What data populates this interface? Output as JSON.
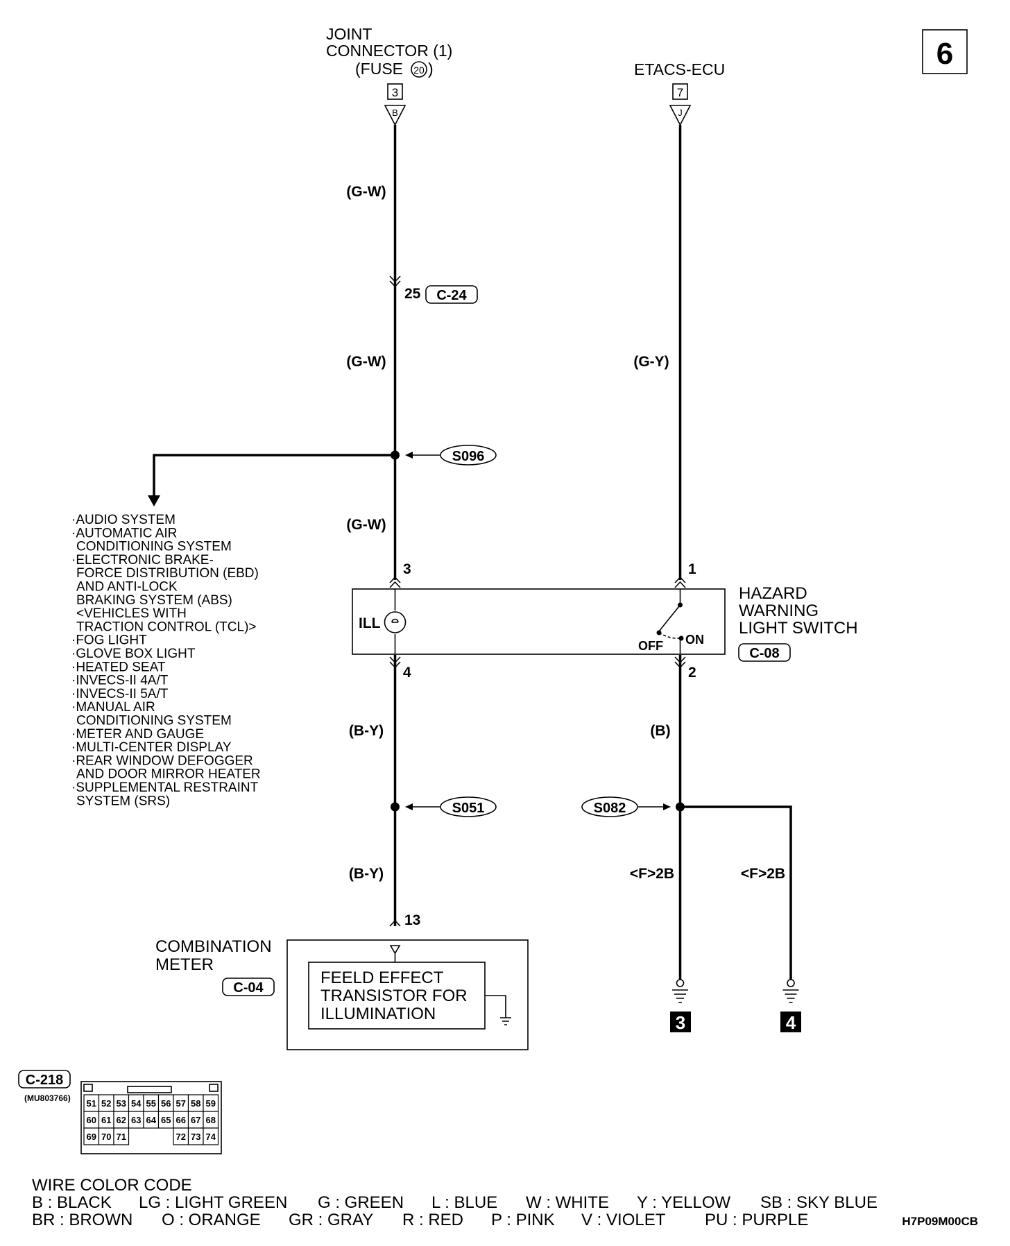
{
  "page_number": "6",
  "joint_connector": {
    "line1": "JOINT",
    "line2": "CONNECTOR (1)",
    "line3_prefix": "(FUSE",
    "fuse_no": "20",
    "line3_suffix": ")",
    "pin": "3",
    "letter": "B"
  },
  "etacs": {
    "label": "ETACS-ECU",
    "pin": "7",
    "letter": "J"
  },
  "wires": {
    "gw1": "(G-W)",
    "gw2": "(G-W)",
    "gw3": "(G-W)",
    "gy": "(G-Y)",
    "by1": "(B-Y)",
    "by2": "(B-Y)",
    "b": "(B)",
    "f2b_left": "<F>2B",
    "f2b_right": "<F>2B"
  },
  "connector_c24": {
    "pin": "25",
    "label": "C-24"
  },
  "splices": {
    "s096": "S096",
    "s051": "S051",
    "s082": "S082"
  },
  "systems_list": [
    "·AUDIO SYSTEM",
    "·AUTOMATIC AIR",
    " CONDITIONING SYSTEM",
    "·ELECTRONIC BRAKE-",
    " FORCE DISTRIBUTION (EBD)",
    " AND ANTI-LOCK",
    " BRAKING SYSTEM (ABS)",
    " <VEHICLES WITH",
    " TRACTION CONTROL (TCL)>",
    "·FOG LIGHT",
    "·GLOVE BOX LIGHT",
    "·HEATED SEAT",
    "·INVECS-II 4A/T",
    "·INVECS-II 5A/T",
    "·MANUAL AIR",
    " CONDITIONING SYSTEM",
    "·METER AND GAUGE",
    "·MULTI-CENTER DISPLAY",
    "·REAR WINDOW DEFOGGER",
    " AND DOOR MIRROR HEATER",
    "·SUPPLEMENTAL RESTRAINT",
    " SYSTEM (SRS)"
  ],
  "hazard_switch": {
    "line1": "HAZARD",
    "line2": "WARNING",
    "line3": "LIGHT SWITCH",
    "connector": "C-08",
    "pin_ill_in": "3",
    "pin_ill_out": "4",
    "pin_sw_in": "1",
    "pin_sw_out": "2",
    "ill_label": "ILL",
    "off_label": "OFF",
    "on_label": "ON"
  },
  "combination_meter": {
    "line1": "COMBINATION",
    "line2": "METER",
    "connector": "C-04",
    "pin": "13",
    "fet_line1": "FEELD EFFECT",
    "fet_line2": "TRANSISTOR FOR",
    "fet_line3": "ILLUMINATION"
  },
  "grounds": {
    "left": "3",
    "right": "4"
  },
  "connector_c218": {
    "label": "C-218",
    "part_no": "(MU803766)",
    "row1": [
      "51",
      "52",
      "53",
      "54",
      "55",
      "56",
      "57",
      "58",
      "59"
    ],
    "row2": [
      "60",
      "61",
      "62",
      "63",
      "64",
      "65",
      "66",
      "67",
      "68"
    ],
    "row3": [
      "69",
      "70",
      "71",
      "",
      "",
      "",
      "72",
      "73",
      "74"
    ]
  },
  "wire_color_code": {
    "title": "WIRE COLOR CODE",
    "row1": [
      "B : BLACK",
      "LG : LIGHT GREEN",
      "G : GREEN",
      "L : BLUE",
      "W : WHITE",
      "Y : YELLOW",
      "SB : SKY BLUE"
    ],
    "row2": [
      "BR : BROWN",
      "O : ORANGE",
      "GR : GRAY",
      "R : RED",
      "P : PINK",
      "V : VIOLET",
      "PU : PURPLE"
    ]
  },
  "doc_code": "H7P09M00CB"
}
